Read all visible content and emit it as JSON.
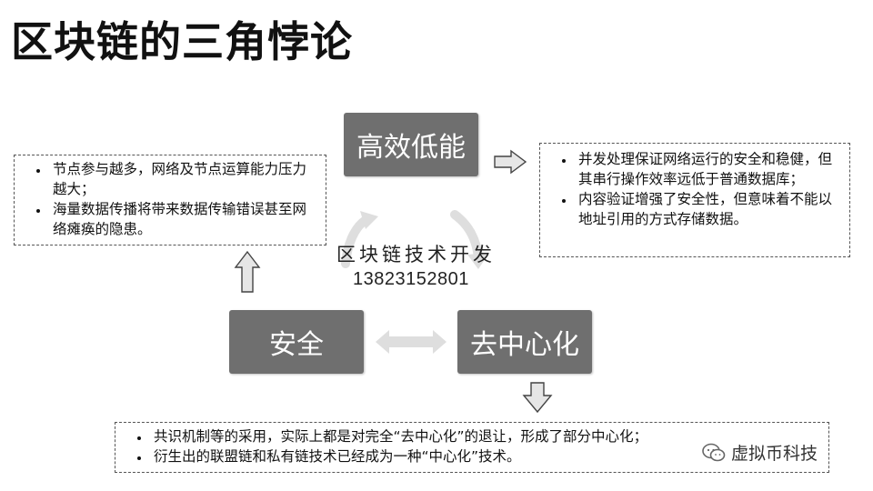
{
  "slide": {
    "title": "区块链的三角悖论"
  },
  "nodes": {
    "efficiency": "高效低能",
    "security": "安全",
    "decentralization": "去中心化"
  },
  "notes": {
    "left": [
      "节点参与越多，网络及节点运算能力压力越大；",
      "海量数据传播将带来数据传输错误甚至网络瘫痪的隐患。"
    ],
    "right": [
      "并发处理保证网络运行的安全和稳健，但其串行操作效率远低于普通数据库；",
      "内容验证增强了安全性，但意味着不能以地址引用的方式存储数据。"
    ],
    "bottom": [
      "共识机制等的采用，实际上都是对完全“去中心化”的退让，形成了部分中心化；",
      "衍生出的联盟链和私有链技术已经成为一种“中心化”技术。"
    ]
  },
  "watermark": {
    "title": "区块链技术开发",
    "phone": "13823152801"
  },
  "brand": {
    "name": "虚拟币科技",
    "icon": "wechat-icon"
  },
  "colors": {
    "box": "#6f6f6f",
    "arrow_fill": "#e6e6e6",
    "arrow_stroke": "#444444"
  }
}
